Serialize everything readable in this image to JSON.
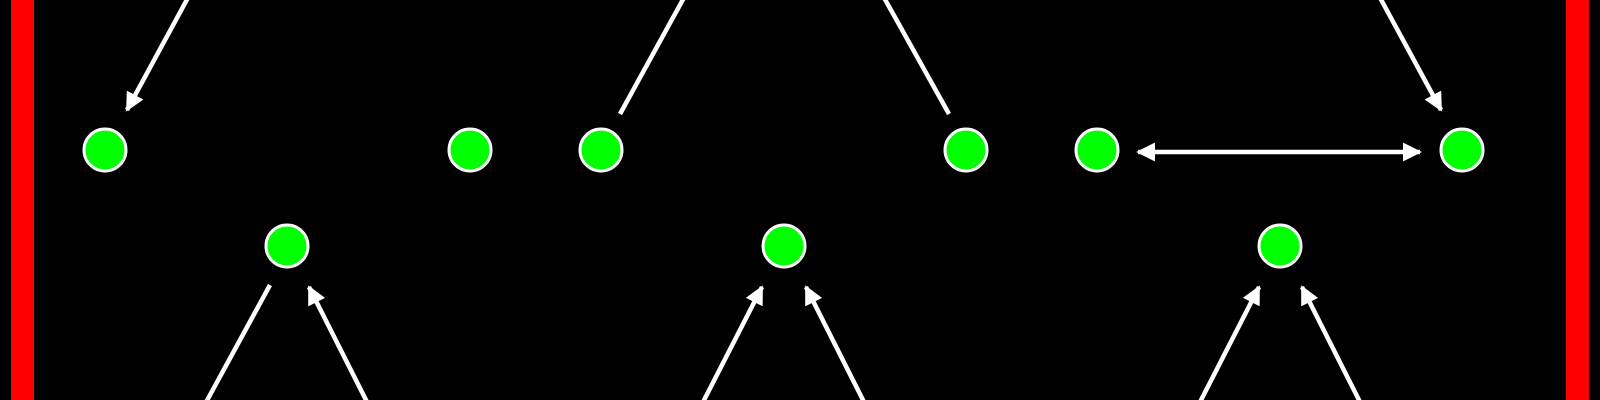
{
  "colors": {
    "background": "#000000",
    "frame": "#ff0000",
    "node_fill": "#00ff00",
    "node_stroke": "#ffffff",
    "edge": "#ffffff"
  },
  "frame": {
    "sides": [
      "left",
      "right"
    ]
  },
  "nodes": [
    {
      "id": "top-1"
    },
    {
      "id": "top-2"
    },
    {
      "id": "top-3"
    },
    {
      "id": "top-4"
    },
    {
      "id": "top-5"
    },
    {
      "id": "top-6"
    },
    {
      "id": "mid-1"
    },
    {
      "id": "mid-2"
    },
    {
      "id": "mid-3"
    }
  ],
  "edges": [
    {
      "id": "edge-in-top-1",
      "to": "top-1",
      "arrow_end": true
    },
    {
      "id": "edge-from-top-3",
      "from": "top-3"
    },
    {
      "id": "edge-from-top-4",
      "from": "top-4"
    },
    {
      "id": "edge-in-top-6",
      "to": "top-6",
      "arrow_end": true
    },
    {
      "id": "edge-top-5-top-6",
      "from": "top-5",
      "to": "top-6",
      "arrow_start": true,
      "arrow_end": true
    },
    {
      "id": "edge-mid-1-out-left",
      "from": "mid-1"
    },
    {
      "id": "edge-in-mid-1-right",
      "to": "mid-1",
      "arrow_end": true
    },
    {
      "id": "edge-in-mid-2-left",
      "to": "mid-2",
      "arrow_end": true
    },
    {
      "id": "edge-in-mid-2-right",
      "to": "mid-2",
      "arrow_end": true
    },
    {
      "id": "edge-in-mid-3-left",
      "to": "mid-3",
      "arrow_end": true
    },
    {
      "id": "edge-in-mid-3-right",
      "to": "mid-3",
      "arrow_end": true
    }
  ]
}
